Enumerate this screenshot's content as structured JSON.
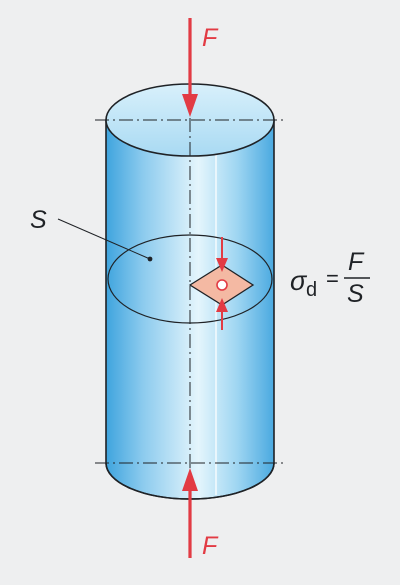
{
  "diagram": {
    "force_top_label": "F",
    "force_bottom_label": "F",
    "section_label": "S",
    "formula": {
      "sigma": "σ",
      "subscript": "d",
      "equals": "=",
      "numerator": "F",
      "denominator": "S"
    },
    "colors": {
      "background": "#eeeff0",
      "force_arrow": "#e23b44",
      "cylinder_outline": "#1f2226",
      "cylinder_fill_dark": "#3fa9e2",
      "cylinder_fill_light": "#dff2fb",
      "top_face": "#bfe4f6",
      "stress_element_fill": "#f4b9a3"
    }
  }
}
